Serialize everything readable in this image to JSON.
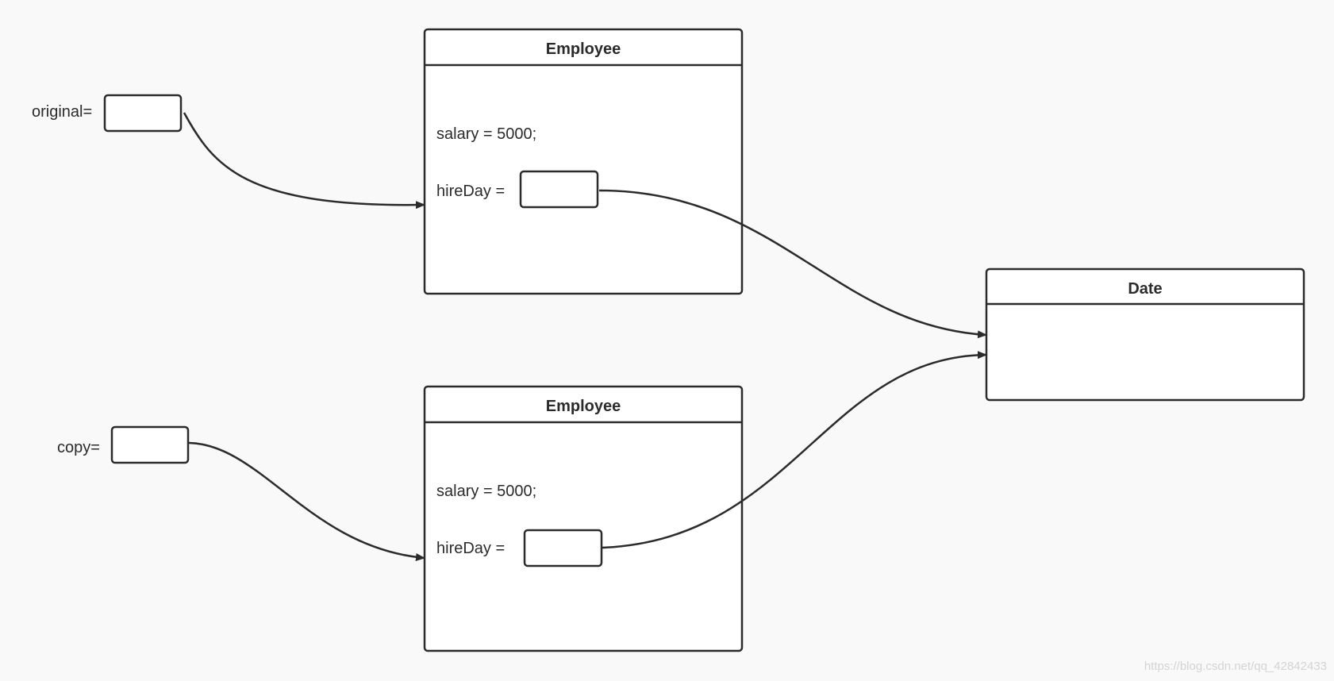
{
  "diagram": {
    "original_label": "original=",
    "copy_label": "copy=",
    "employee_top": {
      "title": "Employee",
      "salary_text": "salary = 5000;",
      "hireday_text": "hireDay ="
    },
    "employee_bottom": {
      "title": "Employee",
      "salary_text": "salary = 5000;",
      "hireday_text": "hireDay ="
    },
    "date_box": {
      "title": "Date"
    },
    "watermark": "https://blog.csdn.net/qq_42842433"
  },
  "colors": {
    "background": "#f9f9f9",
    "stroke": "#2b2b2b",
    "box_fill": "#ffffff",
    "watermark": "#d4d4d4"
  }
}
